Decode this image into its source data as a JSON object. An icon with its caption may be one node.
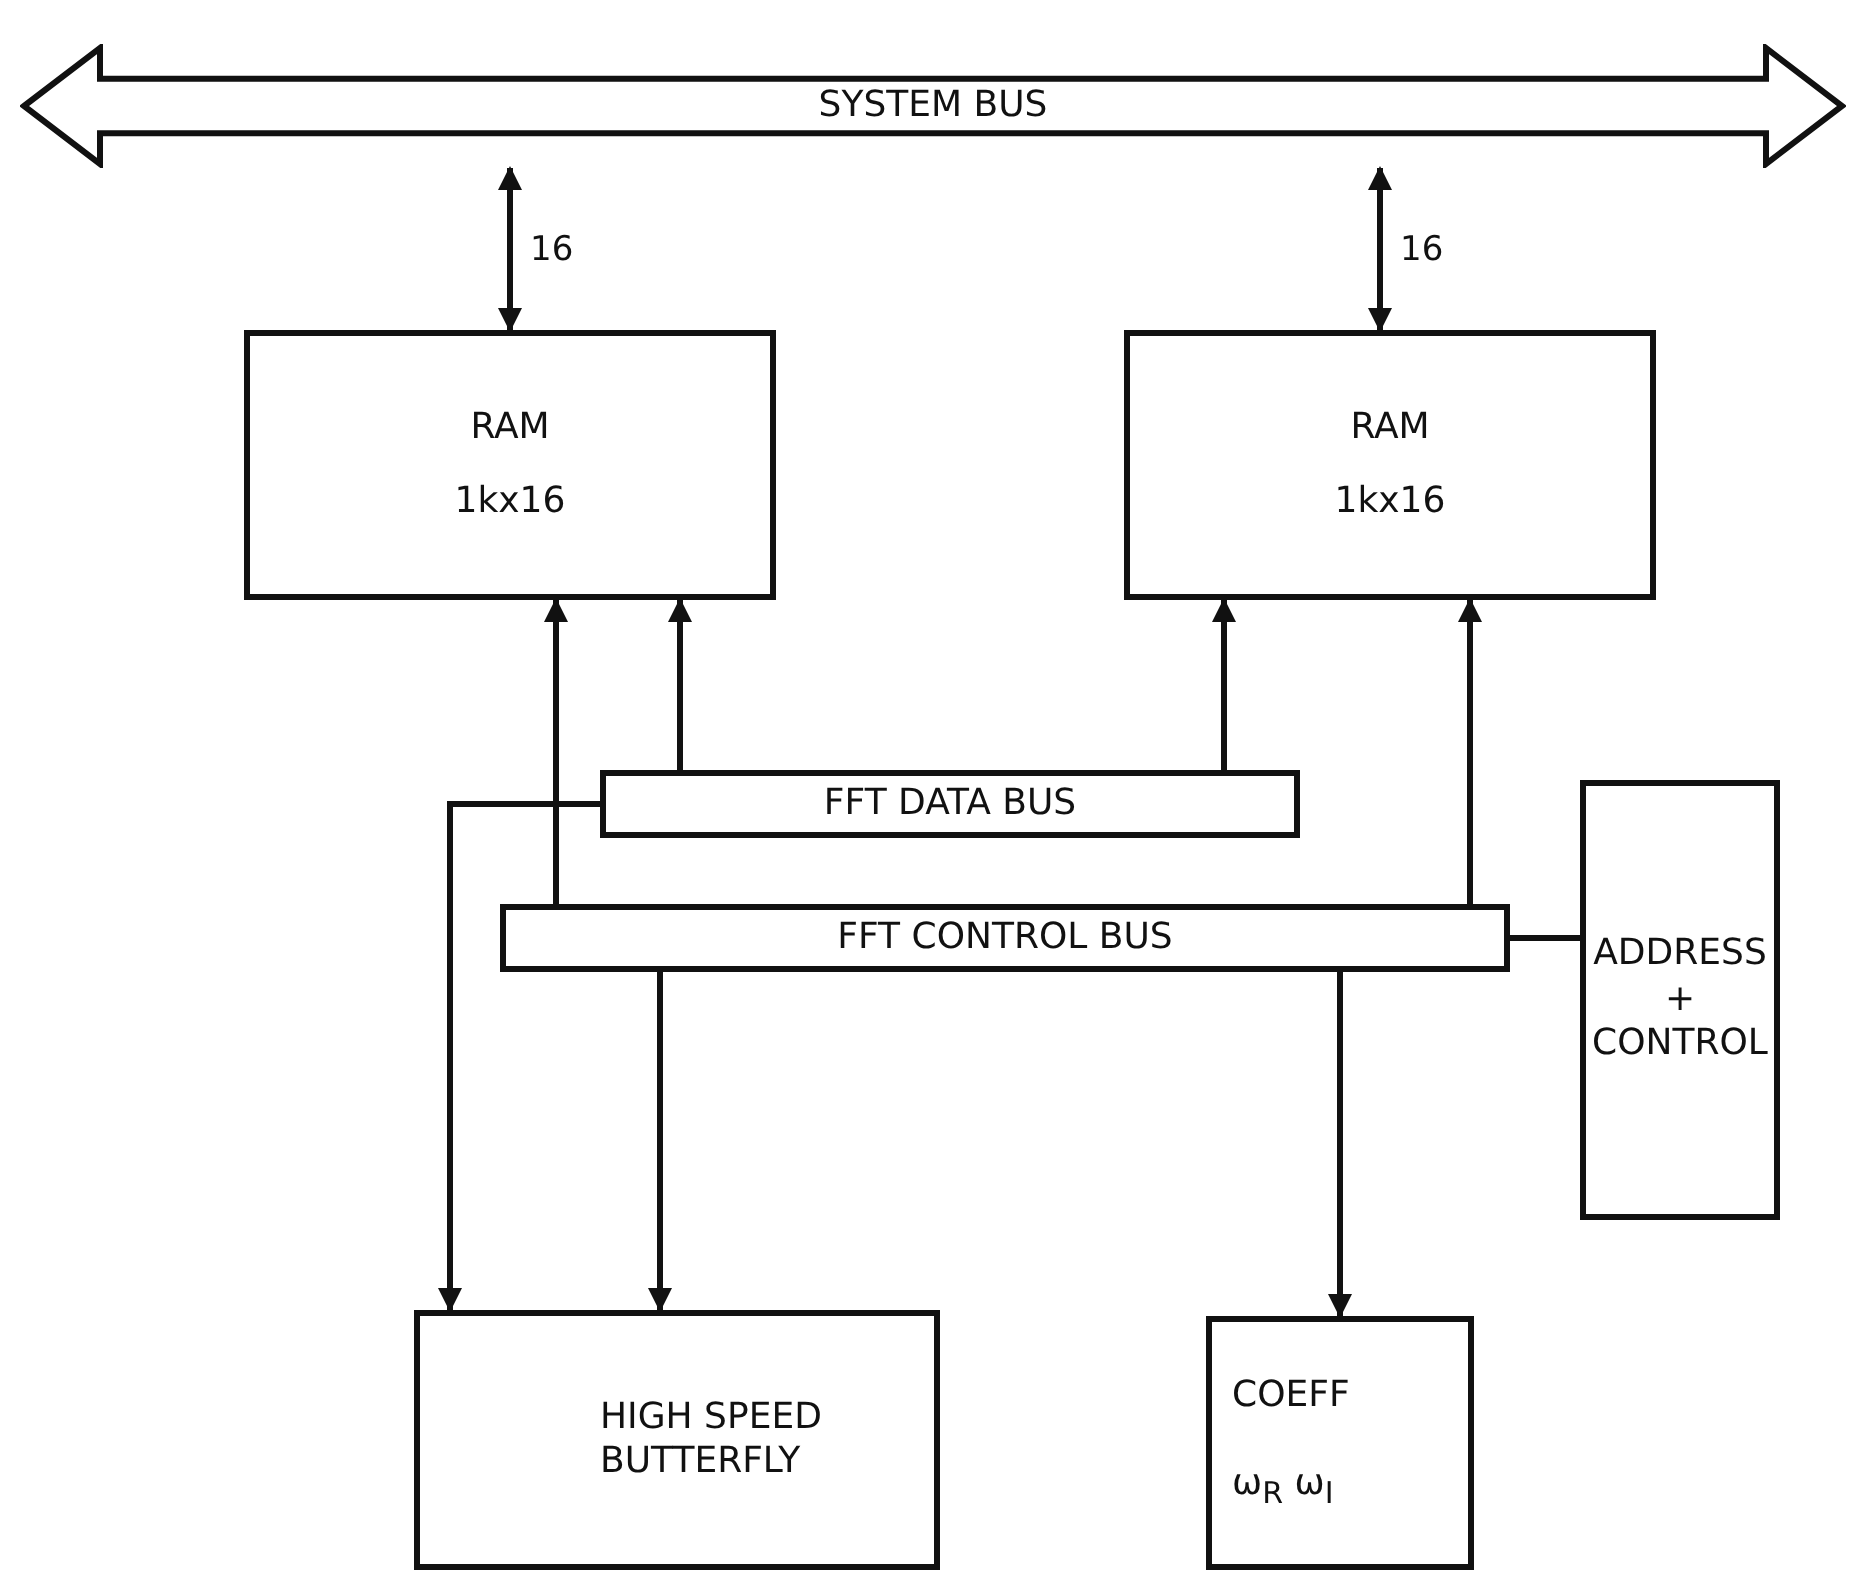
{
  "diagram": {
    "nodes": [
      {
        "text": [
          "SYSTEM BUS"
        ]
      },
      {
        "text": [
          "RAM",
          "1kx16"
        ]
      },
      {
        "text": [
          "RAM",
          "1kx16"
        ]
      },
      {
        "text": [
          "FFT DATA BUS"
        ]
      },
      {
        "text": [
          "FFT CONTROL BUS"
        ]
      },
      {
        "text": [
          "ADDRESS + CONTROL"
        ]
      },
      {
        "text": [
          "HIGH SPEED BUTTERFLY"
        ]
      },
      {
        "text": [
          "COEFF",
          "ω$_{R}$ ω$_{I}$"
        ]
      }
    ],
    "edges": [
      {
        "from": 0,
        "to": 1,
        "arrow": "both",
        "label": "16"
      },
      {
        "from": 0,
        "to": 2,
        "arrow": "both",
        "label": "16"
      },
      {
        "from": 3,
        "to": 1,
        "arrow": "to"
      },
      {
        "from": 3,
        "to": 2,
        "arrow": "to"
      },
      {
        "from": 3,
        "to": 6,
        "arrow": "to"
      },
      {
        "from": 4,
        "to": 1,
        "arrow": "to"
      },
      {
        "from": 4,
        "to": 2,
        "arrow": "to"
      },
      {
        "from": 4,
        "to": 6,
        "arrow": "to"
      },
      {
        "from": 4,
        "to": 7,
        "arrow": "to"
      },
      {
        "from": 5,
        "to": 4,
        "arrow": "none"
      }
    ]
  }
}
